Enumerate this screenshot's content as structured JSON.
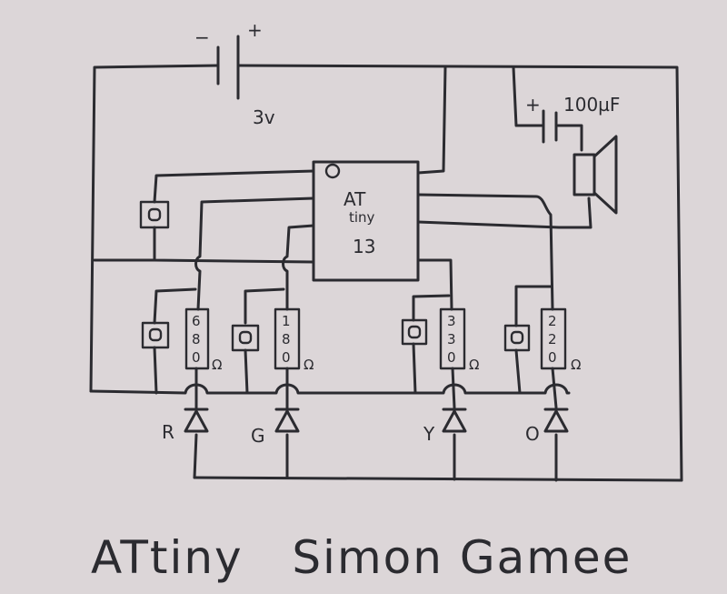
{
  "battery": {
    "minus": "−",
    "plus": "+",
    "voltage": "3v"
  },
  "capacitor": {
    "plus": "+",
    "value": "100µF"
  },
  "chip": {
    "line1": "AT",
    "line2": "tiny",
    "line3": "13"
  },
  "resistors": [
    {
      "digits": [
        "6",
        "8",
        "0"
      ],
      "unit": "Ω"
    },
    {
      "digits": [
        "1",
        "8",
        "0"
      ],
      "unit": "Ω"
    },
    {
      "digits": [
        "3",
        "3",
        "0"
      ],
      "unit": "Ω"
    },
    {
      "digits": [
        "2",
        "2",
        "0"
      ],
      "unit": "Ω"
    }
  ],
  "leds": [
    {
      "label": "R"
    },
    {
      "label": "G"
    },
    {
      "label": "Y"
    },
    {
      "label": "O"
    }
  ],
  "title": "ATtiny   Simon Gamee",
  "colors": {
    "paper": "#dcd6d8",
    "ink": "#2b2b30"
  }
}
